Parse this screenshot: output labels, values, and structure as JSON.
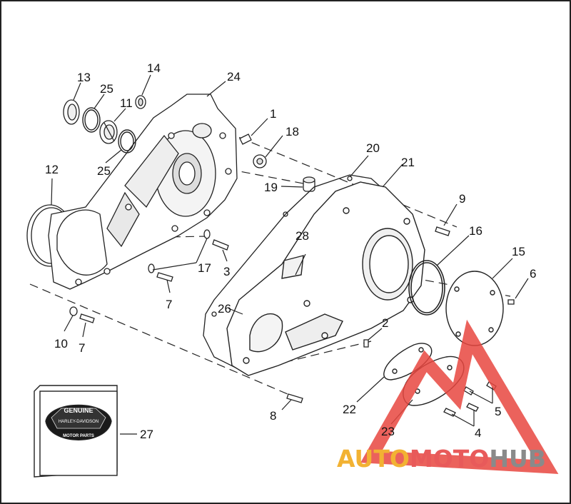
{
  "diagram": {
    "callouts": [
      {
        "id": "1",
        "label": "1"
      },
      {
        "id": "2",
        "label": "2"
      },
      {
        "id": "3",
        "label": "3"
      },
      {
        "id": "4",
        "label": "4"
      },
      {
        "id": "5",
        "label": "5"
      },
      {
        "id": "6",
        "label": "6"
      },
      {
        "id": "7a",
        "label": "7"
      },
      {
        "id": "7b",
        "label": "7"
      },
      {
        "id": "8",
        "label": "8"
      },
      {
        "id": "9",
        "label": "9"
      },
      {
        "id": "10",
        "label": "10"
      },
      {
        "id": "11",
        "label": "11"
      },
      {
        "id": "12",
        "label": "12"
      },
      {
        "id": "13",
        "label": "13"
      },
      {
        "id": "14",
        "label": "14"
      },
      {
        "id": "15",
        "label": "15"
      },
      {
        "id": "16",
        "label": "16"
      },
      {
        "id": "17",
        "label": "17"
      },
      {
        "id": "18",
        "label": "18"
      },
      {
        "id": "19",
        "label": "19"
      },
      {
        "id": "20",
        "label": "20"
      },
      {
        "id": "21",
        "label": "21"
      },
      {
        "id": "22",
        "label": "22"
      },
      {
        "id": "23",
        "label": "23"
      },
      {
        "id": "24",
        "label": "24"
      },
      {
        "id": "25a",
        "label": "25"
      },
      {
        "id": "25b",
        "label": "25"
      },
      {
        "id": "26",
        "label": "26"
      },
      {
        "id": "27",
        "label": "27"
      },
      {
        "id": "28",
        "label": "28"
      }
    ],
    "package": {
      "brand_top": "GENUINE",
      "brand_mid": "HARLEY-DAVIDSON",
      "brand_bottom": "MOTOR PARTS"
    }
  },
  "watermark": {
    "part1": "AUTO",
    "part2": "MOTO",
    "part3": "HUB",
    "colors": {
      "part1": "#f2b233",
      "part2": "#e85a5a",
      "part3": "#8a8a8a",
      "triangle": "#e8473f"
    }
  }
}
